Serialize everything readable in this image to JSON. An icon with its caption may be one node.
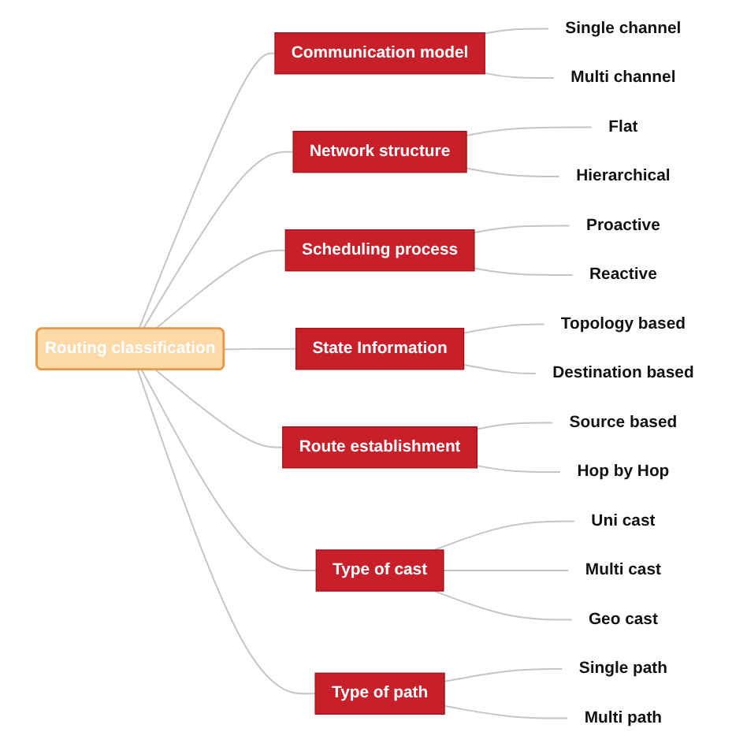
{
  "diagram": {
    "nodes": [
      {
        "text": [
          "Routing classification"
        ]
      },
      {
        "text": [
          "Communication model"
        ]
      },
      {
        "text": [
          "Single channel"
        ]
      },
      {
        "text": [
          "Multi channel"
        ]
      },
      {
        "text": [
          "Network structure"
        ]
      },
      {
        "text": [
          "Flat"
        ]
      },
      {
        "text": [
          "Hierarchical"
        ]
      },
      {
        "text": [
          "Scheduling process"
        ]
      },
      {
        "text": [
          "Proactive"
        ]
      },
      {
        "text": [
          "Reactive"
        ]
      },
      {
        "text": [
          "State Information"
        ]
      },
      {
        "text": [
          "Topology based"
        ]
      },
      {
        "text": [
          "Destination based"
        ]
      },
      {
        "text": [
          "Route establishment"
        ]
      },
      {
        "text": [
          "Source based"
        ]
      },
      {
        "text": [
          "Hop by Hop"
        ]
      },
      {
        "text": [
          "Type of cast"
        ]
      },
      {
        "text": [
          "Uni cast"
        ]
      },
      {
        "text": [
          "Multi cast"
        ]
      },
      {
        "text": [
          "Geo cast"
        ]
      },
      {
        "text": [
          "Type of path"
        ]
      },
      {
        "text": [
          "Single path"
        ]
      },
      {
        "text": [
          "Multi path"
        ]
      }
    ],
    "edges": [
      {
        "from": 0,
        "to": 1,
        "arrow": "none"
      },
      {
        "from": 0,
        "to": 4,
        "arrow": "none"
      },
      {
        "from": 0,
        "to": 7,
        "arrow": "none"
      },
      {
        "from": 0,
        "to": 10,
        "arrow": "none"
      },
      {
        "from": 0,
        "to": 13,
        "arrow": "none"
      },
      {
        "from": 0,
        "to": 16,
        "arrow": "none"
      },
      {
        "from": 0,
        "to": 20,
        "arrow": "none"
      },
      {
        "from": 1,
        "to": 2,
        "arrow": "none"
      },
      {
        "from": 1,
        "to": 3,
        "arrow": "none"
      },
      {
        "from": 4,
        "to": 5,
        "arrow": "none"
      },
      {
        "from": 4,
        "to": 6,
        "arrow": "none"
      },
      {
        "from": 7,
        "to": 8,
        "arrow": "none"
      },
      {
        "from": 7,
        "to": 9,
        "arrow": "none"
      },
      {
        "from": 10,
        "to": 11,
        "arrow": "none"
      },
      {
        "from": 10,
        "to": 12,
        "arrow": "none"
      },
      {
        "from": 13,
        "to": 14,
        "arrow": "none"
      },
      {
        "from": 13,
        "to": 15,
        "arrow": "none"
      },
      {
        "from": 16,
        "to": 17,
        "arrow": "none"
      },
      {
        "from": 16,
        "to": 18,
        "arrow": "none"
      },
      {
        "from": 16,
        "to": 19,
        "arrow": "none"
      },
      {
        "from": 20,
        "to": 21,
        "arrow": "none"
      },
      {
        "from": 20,
        "to": 22,
        "arrow": "none"
      }
    ]
  }
}
